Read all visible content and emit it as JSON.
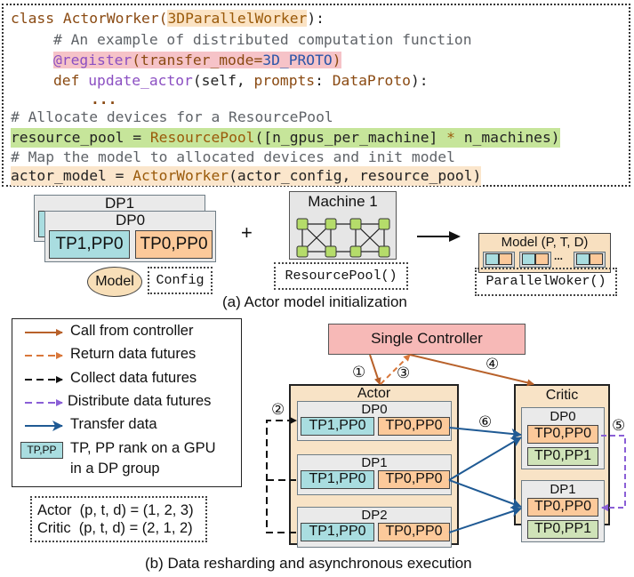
{
  "code": {
    "line1": {
      "kw": "class ",
      "name": "ActorWorker(",
      "base": "3DParallelWorker",
      "end": "):"
    },
    "line2": "# An example of distributed computation function",
    "line3": {
      "decorator": "@register",
      "open": "(transfer_mode=",
      "value": "3D_PROTO",
      "close": ")"
    },
    "line4": {
      "kw": "def ",
      "fn": "update_actor",
      "args_a": "(self, ",
      "arg": "prompts",
      "colon": ": ",
      "type": "DataProto",
      "end": "):"
    },
    "line5": "...",
    "line6": "# Allocate devices for a ResourcePool",
    "line7": {
      "var": "resource_pool = ",
      "cls": "ResourcePool",
      "args": "([n_gpus_per_machine] ",
      "op": "*",
      "end": " n_machines)"
    },
    "line8": "# Map the model to allocated devices and init model",
    "line9": {
      "var": "actor_model = ",
      "cls": "ActorWorker",
      "args": "(actor_config, resource_pool)"
    }
  },
  "part_a": {
    "dp1_label": "DP1",
    "dp0_label": "DP0",
    "cell_tp1": "TP1,PP0",
    "cell_tp0": "TP0,PP0",
    "model_label": "Model",
    "config_label": "Config",
    "plus": "+",
    "machine_label": "Machine 1",
    "resource_pool_label": "ResourcePool()",
    "model_ptd_label": "Model (P, T, D)",
    "ellipsis": "...",
    "parallel_worker_label": "ParallelWoker()",
    "caption": "(a) Actor model  initialization"
  },
  "legend": {
    "items": [
      {
        "label": "Call from controller",
        "color": "#b8612a",
        "style": "solid"
      },
      {
        "label": "Return data futures",
        "color": "#d9773a",
        "style": "dashed"
      },
      {
        "label": "Collect data futures",
        "color": "#111111",
        "style": "dashed"
      },
      {
        "label": "Distribute data futures",
        "color": "#8a5fd6",
        "style": "dashed"
      },
      {
        "label": "Transfer data",
        "color": "#1f5a94",
        "style": "solid"
      }
    ],
    "swatch_label": "TP,PP",
    "swatch_desc_line1": "TP, PP rank on a GPU",
    "swatch_desc_line2": "in a DP group"
  },
  "ptd": {
    "actor": "Actor  (p, t, d) = (1, 2, 3)",
    "critic": "Critic  (p, t, d) = (2, 1, 2)"
  },
  "part_b": {
    "controller_label": "Single Controller",
    "actor_label": "Actor",
    "critic_label": "Critic",
    "actor_groups": [
      {
        "label": "DP0",
        "cells": [
          "TP1,PP0",
          "TP0,PP0"
        ]
      },
      {
        "label": "DP1",
        "cells": [
          "TP1,PP0",
          "TP0,PP0"
        ]
      },
      {
        "label": "DP2",
        "cells": [
          "TP1,PP0",
          "TP0,PP0"
        ]
      }
    ],
    "critic_groups": [
      {
        "label": "DP0",
        "cells": [
          "TP0,PP0",
          "TP0,PP1"
        ]
      },
      {
        "label": "DP1",
        "cells": [
          "TP0,PP0",
          "TP0,PP1"
        ]
      }
    ],
    "steps": [
      "①",
      "②",
      "③",
      "④",
      "⑤",
      "⑥"
    ],
    "caption": "(b) Data resharding and  asynchronous execution"
  }
}
